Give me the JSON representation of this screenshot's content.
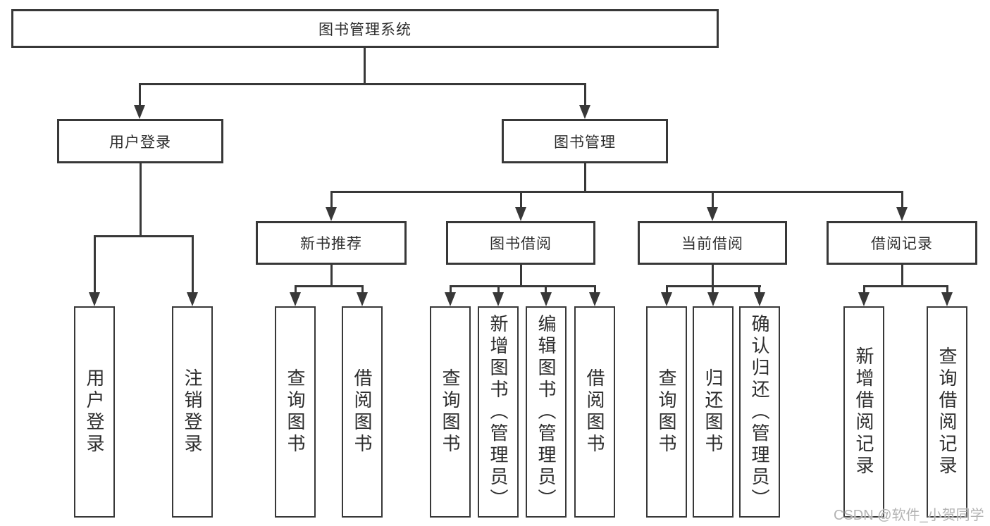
{
  "tree": {
    "root": {
      "label": "图书管理系统",
      "children": [
        {
          "label": "用户登录",
          "children": [
            {
              "label": "用户登录"
            },
            {
              "label": "注销登录"
            }
          ]
        },
        {
          "label": "图书管理",
          "children": [
            {
              "label": "新书推荐",
              "children": [
                {
                  "label": "查询图书"
                },
                {
                  "label": "借阅图书"
                }
              ]
            },
            {
              "label": "图书借阅",
              "children": [
                {
                  "label": "查询图书"
                },
                {
                  "label": "新增图书（管理员）"
                },
                {
                  "label": "编辑图书（管理员）"
                },
                {
                  "label": "借阅图书"
                }
              ]
            },
            {
              "label": "当前借阅",
              "children": [
                {
                  "label": "查询图书"
                },
                {
                  "label": "归还图书"
                },
                {
                  "label": "确认归还（管理员）"
                }
              ]
            },
            {
              "label": "借阅记录",
              "children": [
                {
                  "label": "新增借阅记录"
                },
                {
                  "label": "查询借阅记录"
                }
              ]
            }
          ]
        }
      ]
    }
  },
  "watermark": "CSDN @软件_小贺同学",
  "colors": {
    "line": "#383838",
    "text": "#2d2d2d",
    "background": "#ffffff",
    "watermark": "#b3b3b3"
  }
}
